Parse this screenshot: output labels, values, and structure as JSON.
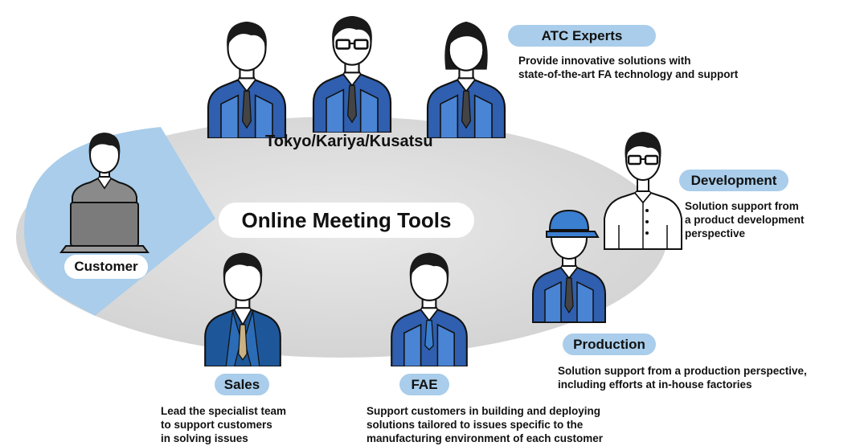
{
  "center_label": "Online Meeting Tools",
  "location_label": "Tokyo/Kariya/Kusatsu",
  "customer": {
    "label": "Customer"
  },
  "atc_experts": {
    "title": "ATC Experts",
    "desc_line1": "Provide innovative solutions with",
    "desc_line2": "state-of-the-art FA technology and support"
  },
  "development": {
    "title": "Development",
    "desc_line1": "Solution support from",
    "desc_line2": "a product development",
    "desc_line3": "perspective"
  },
  "production": {
    "title": "Production",
    "desc_line1": "Solution support from a production perspective,",
    "desc_line2": "including efforts at in-house factories"
  },
  "sales": {
    "title": "Sales",
    "desc_line1": "Lead the specialist team",
    "desc_line2": "to support customers",
    "desc_line3": "in solving issues"
  },
  "fae": {
    "title": "FAE",
    "desc_line1": "Support customers in building and deploying",
    "desc_line2": "solutions tailored to issues specific to the",
    "desc_line3": "manufacturing environment of each customer"
  },
  "colors": {
    "ellipse": "#dcdcdc",
    "customer_wedge": "#a9cdea",
    "pill": "#a9cdea",
    "uniform_blue": "#2f5fae",
    "uniform_dark": "#1f3b7a",
    "suit_blue": "#1e5799",
    "hair": "#1a1a1a"
  }
}
